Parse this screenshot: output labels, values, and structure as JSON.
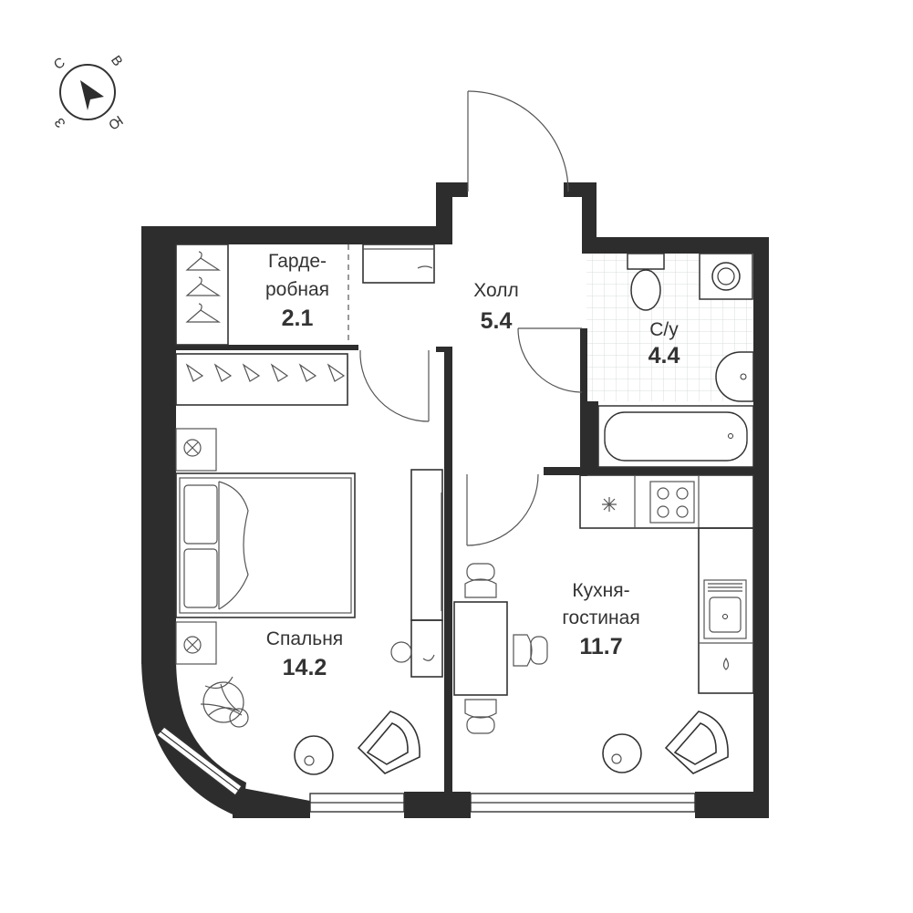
{
  "compass": {
    "north": "С",
    "east": "В",
    "south": "Ю",
    "west": "З"
  },
  "rooms": [
    {
      "id": "wardrobe",
      "name_line1": "Гарде-",
      "name_line2": "робная",
      "area": "2.1"
    },
    {
      "id": "hall",
      "name": "Холл",
      "area": "5.4"
    },
    {
      "id": "bathroom",
      "name": "С/у",
      "area": "4.4"
    },
    {
      "id": "bedroom",
      "name": "Спальня",
      "area": "14.2"
    },
    {
      "id": "kitchen",
      "name_line1": "Кухня-",
      "name_line2": "гостиная",
      "area": "11.7"
    }
  ],
  "colors": {
    "wall": "#2d2d2d",
    "line": "#333333",
    "tile": "#d9dcdc"
  }
}
